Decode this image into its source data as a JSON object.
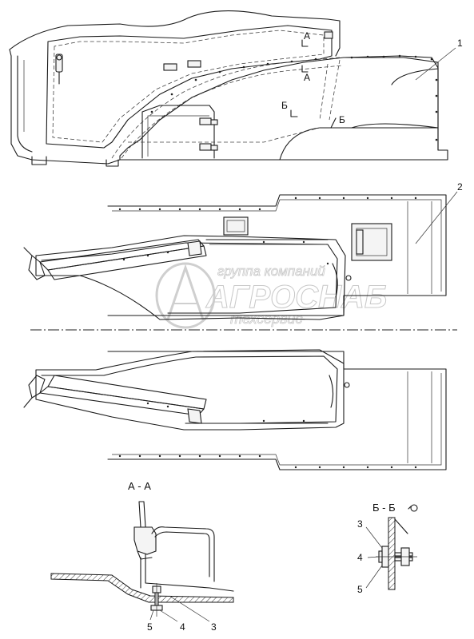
{
  "callouts": {
    "top_view_part": "1",
    "plan_view_part": "2"
  },
  "section_marks": {
    "a_upper": "А",
    "a_lower": "А",
    "b_left": "Б",
    "b_right": "Б"
  },
  "section_titles": {
    "a_a": "А - А",
    "b_b": "Б - Б"
  },
  "rotation_symbol": "rotated-view-icon",
  "section_a_labels": {
    "p5": "5",
    "p4": "4",
    "p3": "3"
  },
  "section_b_labels": {
    "p3": "3",
    "p4": "4",
    "p5": "5"
  },
  "watermark": {
    "line1": "группа компаний",
    "line2": "АГРОСНАБ",
    "line3": "техсервис"
  }
}
